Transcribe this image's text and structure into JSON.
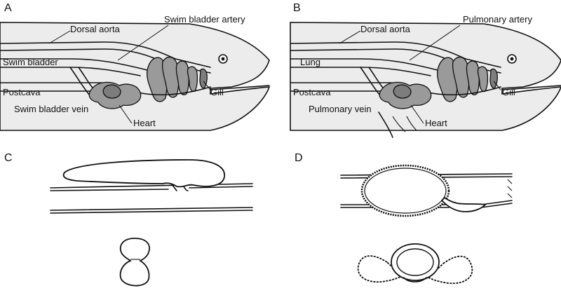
{
  "panels": {
    "a": {
      "letter": "A",
      "labels": {
        "dorsal_aorta": "Dorsal aorta",
        "artery": "Swim bladder artery",
        "bladder": "Swim bladder",
        "gill": "Gill",
        "postcava": "Postcava",
        "vein": "Swim bladder vein",
        "heart": "Heart"
      }
    },
    "b": {
      "letter": "B",
      "labels": {
        "dorsal_aorta": "Dorsal aorta",
        "artery": "Pulmonary artery",
        "lung": "Lung",
        "gill": "Gill",
        "postcava": "Postcava",
        "vein": "Pulmonary vein",
        "heart": "Heart"
      }
    },
    "c": {
      "letter": "C"
    },
    "d": {
      "letter": "D"
    }
  }
}
